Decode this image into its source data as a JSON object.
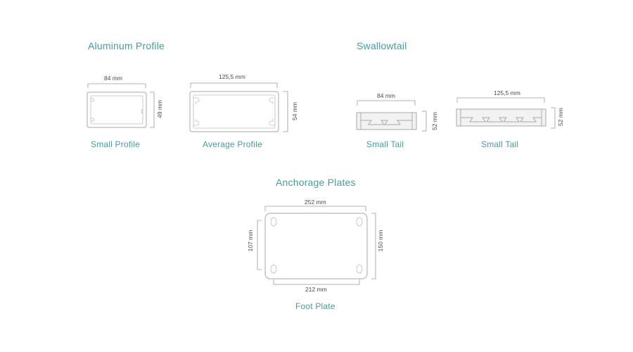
{
  "colors": {
    "accent": "#4a9a9b",
    "text": "#4a4a4a",
    "line": "#a8a8a8"
  },
  "sections": {
    "aluminum_profile": {
      "title": "Aluminum Profile",
      "items": [
        {
          "caption": "Small Profile",
          "width": "84 mm",
          "height": "49 mm"
        },
        {
          "caption": "Average Profile",
          "width": "125,5 mm",
          "height": "54 mm"
        }
      ]
    },
    "swallowtail": {
      "title": "Swallowtail",
      "items": [
        {
          "caption": "Small Tail",
          "width": "84 mm",
          "height": "52 mm"
        },
        {
          "caption": "Small Tail",
          "width": "125,5 mm",
          "height": "52 mm"
        }
      ]
    },
    "anchorage_plates": {
      "title": "Anchorage Plates",
      "items": [
        {
          "caption": "Foot Plate",
          "width": "252 mm",
          "height": "150 mm",
          "hole_width": "212 mm",
          "hole_height": "107 mm"
        }
      ]
    }
  }
}
